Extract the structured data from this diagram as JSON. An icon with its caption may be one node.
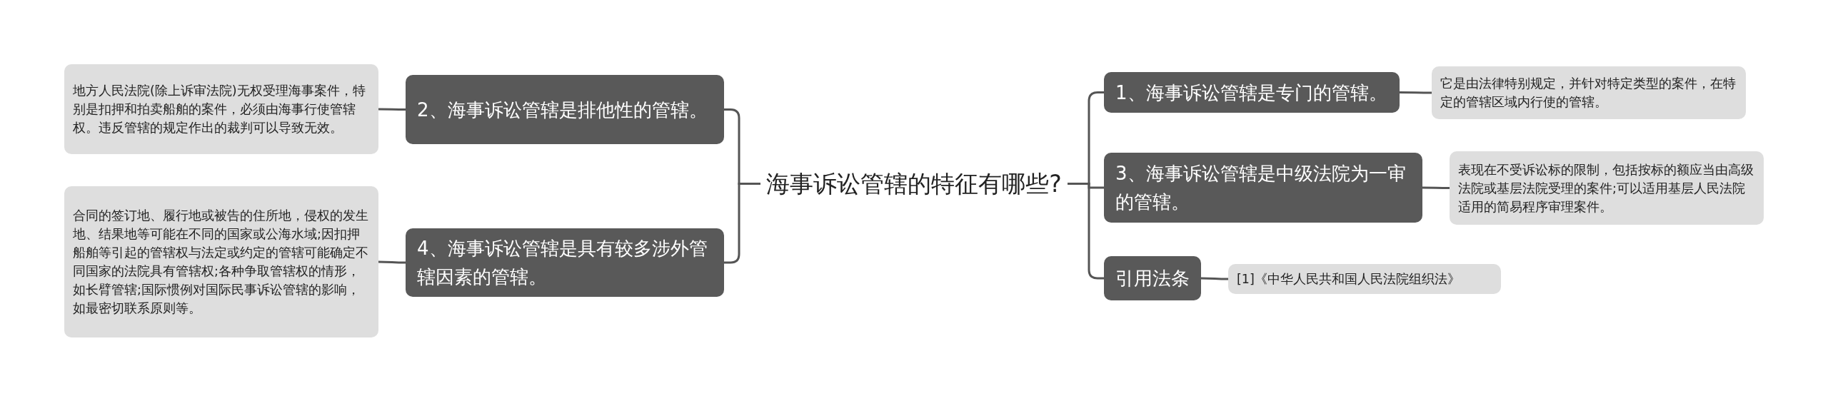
{
  "diagram": {
    "nodes": [
      {
        "text": [
          "海事诉讼管辖的特征有哪些?"
        ]
      },
      {
        "text": [
          "2、海事诉讼管辖是排他性的管辖。"
        ]
      },
      {
        "text": [
          "地方人民法院(除上诉审法院)无权受理海事案件，特别是扣押和拍卖船舶的案件，必须由海事行使管辖权。违反管辖的规定作出的裁判可以导致无效。"
        ]
      },
      {
        "text": [
          "4、海事诉讼管辖是具有较多涉外管辖因素的管辖。"
        ]
      },
      {
        "text": [
          "合同的签订地、履行地或被告的住所地，侵权的发生地、结果地等可能在不同的国家或公海水域;因扣押船舶等引起的管辖权与法定或约定的管辖可能确定不同国家的法院具有管辖权;各种争取管辖权的情形，如长臂管辖;国际惯例对国际民事诉讼管辖的影响，如最密切联系原则等。"
        ]
      },
      {
        "text": [
          "1、海事诉讼管辖是专门的管辖。"
        ]
      },
      {
        "text": [
          "它是由法律特别规定，并针对特定类型的案件，在特定的管辖区域内行使的管辖。"
        ]
      },
      {
        "text": [
          "3、海事诉讼管辖是中级法院为一审的管辖。"
        ]
      },
      {
        "text": [
          "表现在不受诉讼标的限制，包括按标的额应当由高级法院或基层法院受理的案件;可以适用基层人民法院适用的简易程序审理案件。"
        ]
      },
      {
        "text": [
          "引用法条"
        ]
      },
      {
        "text": [
          "[1]《中华人民共和国人民法院组织法》"
        ]
      }
    ],
    "edges": [
      {
        "from": 0,
        "to": 1,
        "arrow": "none"
      },
      {
        "from": 1,
        "to": 2,
        "arrow": "none"
      },
      {
        "from": 0,
        "to": 3,
        "arrow": "none"
      },
      {
        "from": 3,
        "to": 4,
        "arrow": "none"
      },
      {
        "from": 0,
        "to": 5,
        "arrow": "none"
      },
      {
        "from": 5,
        "to": 6,
        "arrow": "none"
      },
      {
        "from": 0,
        "to": 7,
        "arrow": "none"
      },
      {
        "from": 7,
        "to": 8,
        "arrow": "none"
      },
      {
        "from": 0,
        "to": 9,
        "arrow": "none"
      },
      {
        "from": 9,
        "to": 10,
        "arrow": "none"
      }
    ]
  }
}
